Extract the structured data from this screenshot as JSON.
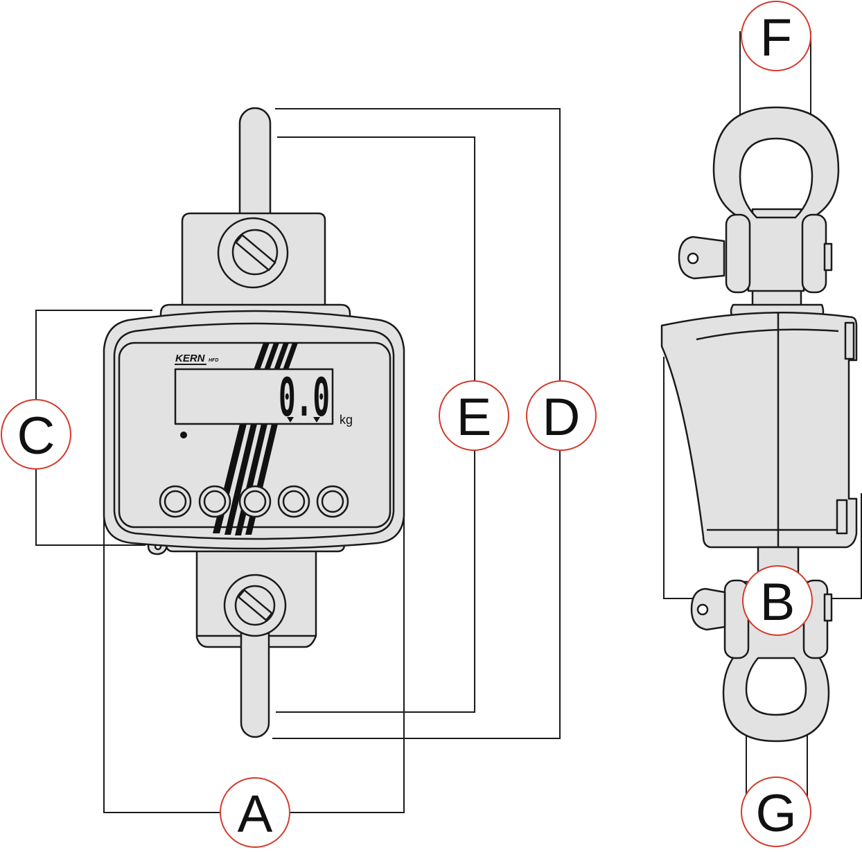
{
  "device": {
    "brand": "KERN",
    "model": "HFD",
    "display_value": "0.0",
    "unit": "kg",
    "buttons": [
      "key-1",
      "key-2",
      "key-3",
      "key-4",
      "key-5"
    ]
  },
  "callouts": {
    "A": "A",
    "B": "B",
    "C": "C",
    "D": "D",
    "E": "E",
    "F": "F",
    "G": "G"
  },
  "colors": {
    "body_fill": "#e2e2e2",
    "line": "#1a1a1a",
    "callout_ring": "#d33a2c",
    "stripe": "#111111"
  }
}
